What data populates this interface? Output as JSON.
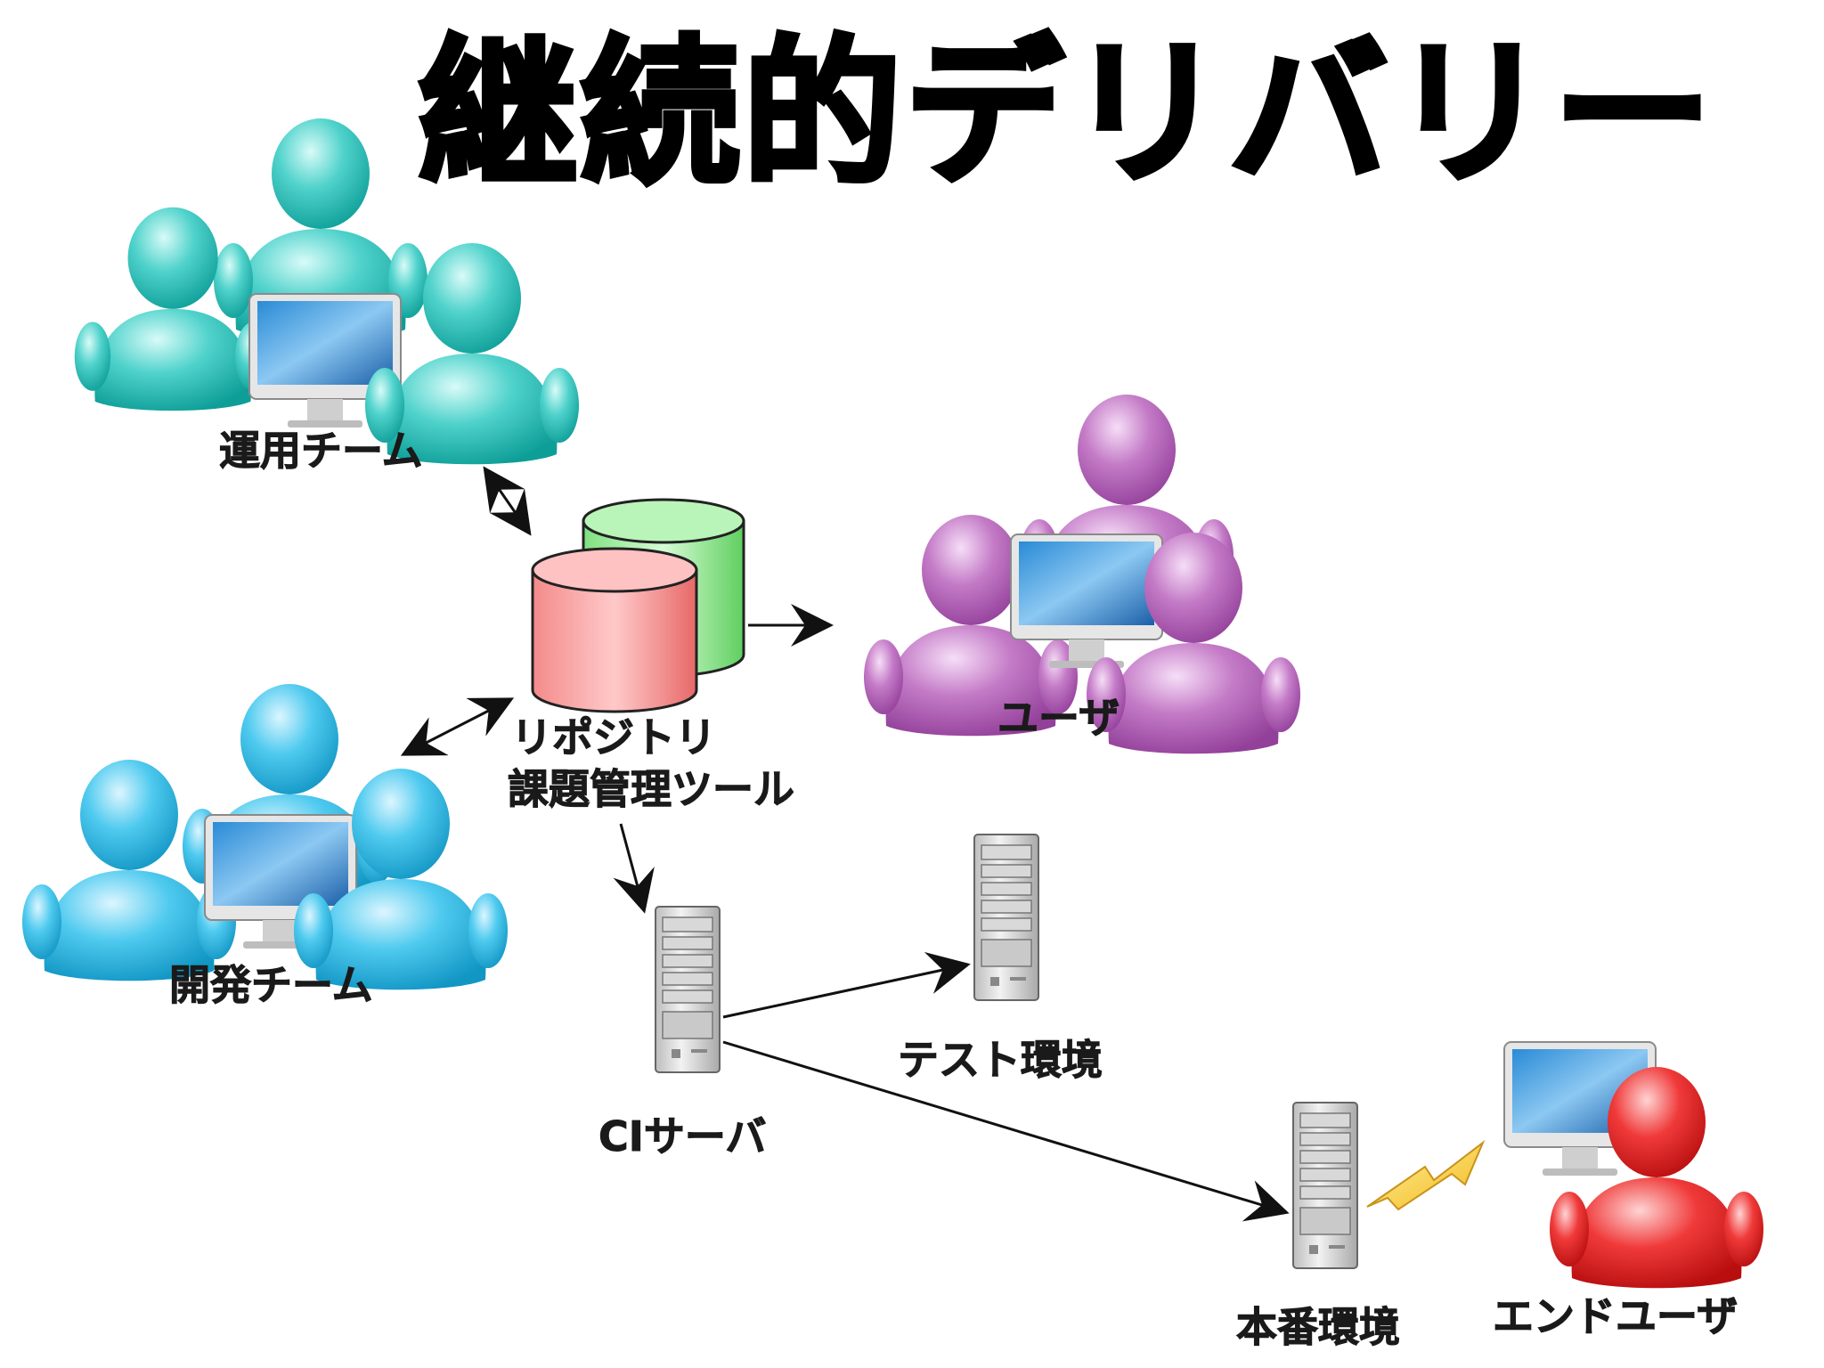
{
  "title": "継続的デリバリー",
  "nodes": {
    "ops_team": {
      "label": "運用チーム",
      "icon": "user-group-icon",
      "color": "#19b6b0"
    },
    "dev_team": {
      "label": "開発チーム",
      "icon": "user-group-icon",
      "color": "#1fb4dc"
    },
    "repository": {
      "label_line1": "リポジトリ",
      "label_line2": "課題管理ツール",
      "icon": "database-icon",
      "colors": [
        "#f07a7a",
        "#6fdc6f"
      ]
    },
    "users": {
      "label": "ユーザ",
      "icon": "user-group-icon",
      "color": "#b257b6"
    },
    "ci_server": {
      "label": "CIサーバ",
      "icon": "server-icon"
    },
    "test_env": {
      "label": "テスト環境",
      "icon": "server-icon"
    },
    "prod_env": {
      "label": "本番環境",
      "icon": "server-icon"
    },
    "end_user": {
      "label": "エンドユーザ",
      "icon": "user-icon",
      "color": "#e01818"
    }
  }
}
